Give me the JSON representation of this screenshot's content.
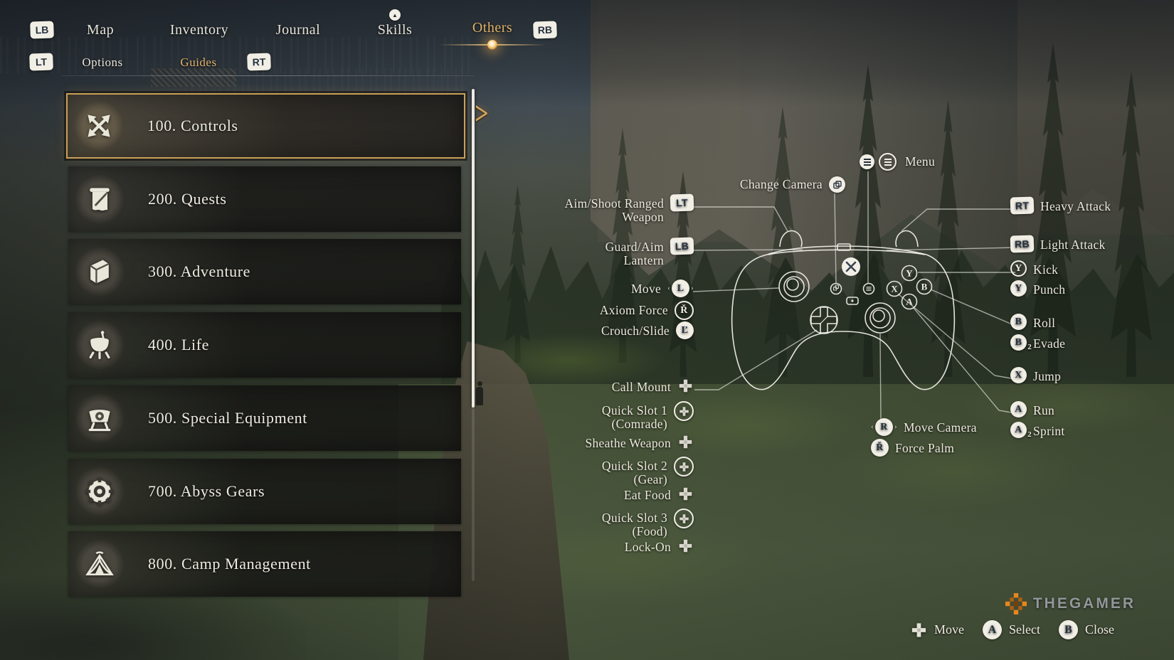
{
  "colors": {
    "gold": "#dfb269",
    "accent_orange": "#e0841c",
    "label_text": "#ece9dd",
    "badge_bg": "#f1eee5",
    "badge_text": "#26303d",
    "selected_border": "#c99f58"
  },
  "icons": {
    "chevron_right": ">",
    "skill_up": "▲"
  },
  "nav": {
    "buttons": {
      "lb": "LB",
      "rb": "RB",
      "lt": "LT",
      "rt": "RT"
    },
    "primary_tabs": [
      {
        "label": "Map",
        "active": false,
        "badge": false
      },
      {
        "label": "Inventory",
        "active": false,
        "badge": false
      },
      {
        "label": "Journal",
        "active": false,
        "badge": false
      },
      {
        "label": "Skills",
        "active": false,
        "badge": true
      },
      {
        "label": "Others",
        "active": true,
        "badge": false
      }
    ],
    "secondary_tabs": [
      {
        "label": "Options",
        "active": false
      },
      {
        "label": "Guides",
        "active": true
      }
    ]
  },
  "guides": {
    "items": [
      {
        "title": "100. Controls",
        "icon": "controls-icon",
        "selected": true
      },
      {
        "title": "200. Quests",
        "icon": "quests-icon",
        "selected": false
      },
      {
        "title": "300. Adventure",
        "icon": "adventure-icon",
        "selected": false
      },
      {
        "title": "400. Life",
        "icon": "life-icon",
        "selected": false
      },
      {
        "title": "500. Special Equipment",
        "icon": "special-equipment-icon",
        "selected": false
      },
      {
        "title": "700. Abyss Gears",
        "icon": "abyss-gears-icon",
        "selected": false
      },
      {
        "title": "800. Camp Management",
        "icon": "camp-icon",
        "selected": false
      }
    ]
  },
  "controller": {
    "menu": {
      "label": "Menu"
    },
    "change_camera": {
      "label": "Change Camera"
    },
    "glyphs": {
      "stick_l": "L",
      "stick_r": "R",
      "stick_l_press": "Ľ",
      "stick_r_press": "Ř",
      "face_y": "Y",
      "face_x": "X",
      "face_b": "B",
      "face_a": "A",
      "multiplier": "2"
    },
    "left_labels": [
      {
        "lines": [
          "Aim/Shoot Ranged",
          "Weapon"
        ],
        "button": "LT"
      },
      {
        "lines": [
          "Guard/Aim",
          "Lantern"
        ],
        "button": "LB"
      },
      {
        "lines": [
          "Move"
        ],
        "button": "stick-l-move"
      },
      {
        "lines": [
          "Axiom Force"
        ],
        "button": "stick-l-ring"
      },
      {
        "lines": [
          "Crouch/Slide"
        ],
        "button": "stick-l-click"
      },
      {
        "lines": [
          "Call Mount"
        ],
        "button": "dpad"
      },
      {
        "lines": [
          "Quick Slot 1",
          "(Comrade)"
        ],
        "button": "dpad-hold"
      },
      {
        "lines": [
          "Sheathe Weapon"
        ],
        "button": "dpad"
      },
      {
        "lines": [
          "Quick Slot 2",
          "(Gear)"
        ],
        "button": "dpad-hold"
      },
      {
        "lines": [
          "Eat Food"
        ],
        "button": "dpad"
      },
      {
        "lines": [
          "Quick Slot 3",
          "(Food)"
        ],
        "button": "dpad-hold"
      },
      {
        "lines": [
          "Lock-On"
        ],
        "button": "dpad"
      }
    ],
    "right_labels": [
      {
        "label": "Heavy Attack",
        "button": "RT"
      },
      {
        "label": "Light Attack",
        "button": "RB"
      },
      {
        "label": "Kick",
        "button": "face-y-ring"
      },
      {
        "label": "Punch",
        "button": "face-y"
      },
      {
        "label": "Roll",
        "button": "face-b"
      },
      {
        "label": "Evade",
        "button": "face-b-x2"
      },
      {
        "label": "Jump",
        "button": "face-x"
      },
      {
        "label": "Run",
        "button": "face-a"
      },
      {
        "label": "Sprint",
        "button": "face-a-x2"
      }
    ],
    "stick_labels": [
      {
        "label": "Move Camera",
        "button": "stick-r-move"
      },
      {
        "label": "Force Palm",
        "button": "stick-r-click"
      }
    ]
  },
  "footer": {
    "brand": "THEGAMER",
    "hints": [
      {
        "label": "Move",
        "icon": "dpad"
      },
      {
        "label": "Select",
        "icon": "face-a-solid"
      },
      {
        "label": "Close",
        "icon": "face-b-solid"
      }
    ]
  }
}
